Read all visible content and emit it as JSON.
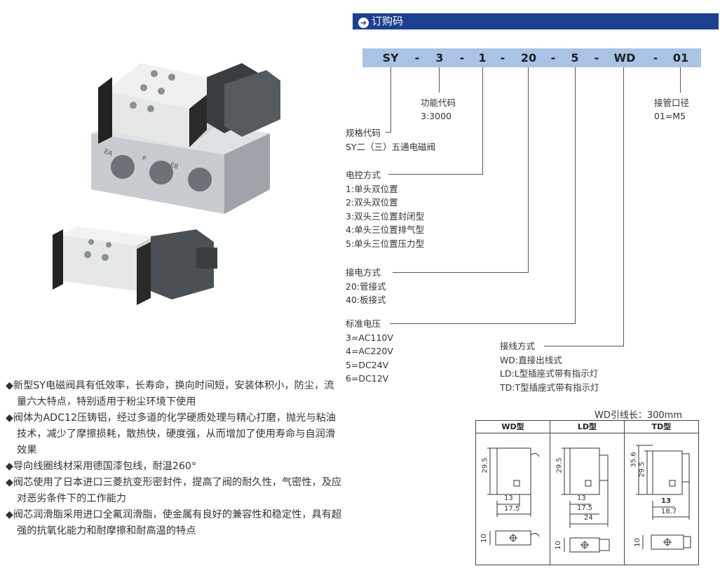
{
  "header": {
    "title": "订购码"
  },
  "code": {
    "segments": [
      "SY",
      "-",
      "3",
      "-",
      "1",
      "-",
      "20",
      "-",
      "5",
      "-",
      "WD",
      "-",
      "01"
    ]
  },
  "callouts": {
    "spec": {
      "title": "规格代码",
      "lines": [
        "SY二（三）五通电磁阀"
      ]
    },
    "function": {
      "title": "功能代码",
      "lines": [
        "3:3000"
      ]
    },
    "control": {
      "title": "电控方式",
      "lines": [
        "1:单头双位置",
        "2:双头双位置",
        "3:双头三位置封闭型",
        "4:单头三位置排气型",
        "5:单头三位置压力型"
      ]
    },
    "connection": {
      "title": "接电方式",
      "lines": [
        "20:管接式",
        "40:板接式"
      ]
    },
    "voltage": {
      "title": "标准电压",
      "lines": [
        "3=AC110V",
        "4=AC220V",
        "5=DC24V",
        "6=DC12V"
      ]
    },
    "wiring": {
      "title": "接线方式",
      "lines": [
        "WD:直接出线式",
        "LD:L型插座式带有指示灯",
        "TD:T型插座式带有指示灯"
      ]
    },
    "port": {
      "title": "接管口径",
      "lines": [
        "01=M5"
      ]
    }
  },
  "features": [
    "◆新型SY电磁阀具有低效率，长寿命，换向时间短，安装体积小，防尘，流量六大特点，特别适用于粉尘环境下使用",
    "◆阀体为ADC12压铸铝，经过多道的化学硬质处理与精心打磨，抛光与粘油技术，减少了摩擦损耗，散热快，硬度强，从而增加了使用寿命与自润滑效果",
    "◆导向线圈线材采用德国漆包线，耐温260°",
    "◆阀芯使用了日本进口三菱抗变形密封件，提高了阀的耐久性，气密性，及应对恶劣条件下的工作能力",
    "◆阀芯润滑脂采用进口全氟润滑脂，使金属有良好的兼容性和稳定性，具有超强的抗氧化能力和耐摩擦和耐高温的特点"
  ],
  "dimensions": {
    "wd_length": "WD引线长：300mm",
    "types": [
      {
        "name": "WD型",
        "h": "29.5",
        "w1": "13",
        "w2": "17.5",
        "w3": "",
        "side": "10"
      },
      {
        "name": "LD型",
        "h": "29.5",
        "w1": "13",
        "w2": "17.5",
        "w3": "24",
        "side": "10"
      },
      {
        "name": "TD型",
        "h": "29.5",
        "h2": "35.6",
        "w1": "13",
        "w2": "18.7",
        "w3": "",
        "side": "10"
      }
    ]
  },
  "manifold_labels": [
    "EA",
    "P",
    "EB"
  ]
}
